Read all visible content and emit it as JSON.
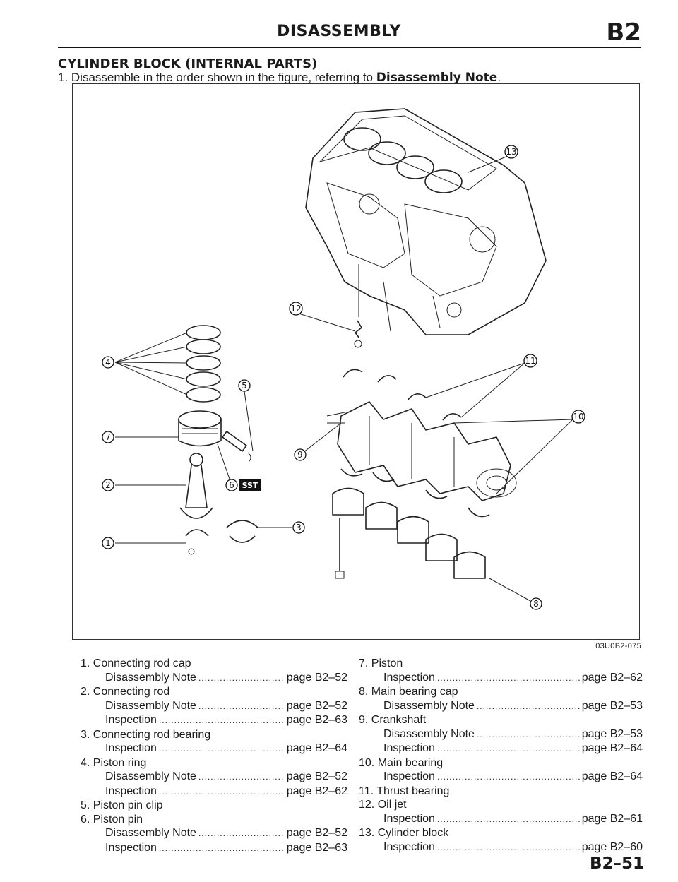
{
  "header": {
    "title": "DISASSEMBLY",
    "section_code": "B2"
  },
  "section": {
    "title": "CYLINDER BLOCK (INTERNAL PARTS)",
    "instruction_prefix": "1. Disassemble in the order shown in the figure, referring to",
    "instruction_emphasis": "Disassembly Note",
    "instruction_suffix": "."
  },
  "figure": {
    "code": "03U0B2-075",
    "callouts": [
      "1",
      "2",
      "3",
      "4",
      "5",
      "6",
      "7",
      "8",
      "9",
      "10",
      "11",
      "12",
      "13"
    ],
    "sst_label": "SST"
  },
  "parts_left": [
    {
      "num": "1.",
      "name": "Connecting rod cap",
      "refs": [
        {
          "label": "Disassembly Note",
          "page": "page B2–52"
        }
      ]
    },
    {
      "num": "2.",
      "name": "Connecting rod",
      "refs": [
        {
          "label": "Disassembly Note",
          "page": "page B2–52"
        },
        {
          "label": "Inspection",
          "page": "page B2–63"
        }
      ]
    },
    {
      "num": "3.",
      "name": "Connecting rod bearing",
      "refs": [
        {
          "label": "Inspection",
          "page": "page B2–64"
        }
      ]
    },
    {
      "num": "4.",
      "name": "Piston ring",
      "refs": [
        {
          "label": "Disassembly Note",
          "page": "page B2–52"
        },
        {
          "label": "Inspection",
          "page": "page B2–62"
        }
      ]
    },
    {
      "num": "5.",
      "name": "Piston pin clip",
      "refs": []
    },
    {
      "num": "6.",
      "name": "Piston pin",
      "refs": [
        {
          "label": "Disassembly Note",
          "page": "page B2–52"
        },
        {
          "label": "Inspection",
          "page": "page B2–63"
        }
      ]
    }
  ],
  "parts_right": [
    {
      "num": "7.",
      "name": "Piston",
      "refs": [
        {
          "label": "Inspection",
          "page": "page B2–62"
        }
      ]
    },
    {
      "num": "8.",
      "name": "Main bearing cap",
      "refs": [
        {
          "label": "Disassembly Note",
          "page": "page B2–53"
        }
      ]
    },
    {
      "num": "9.",
      "name": "Crankshaft",
      "refs": [
        {
          "label": "Disassembly Note",
          "page": "page B2–53"
        },
        {
          "label": "Inspection",
          "page": "page B2–64"
        }
      ]
    },
    {
      "num": "10.",
      "name": "Main bearing",
      "refs": [
        {
          "label": "Inspection",
          "page": "page B2–64"
        }
      ]
    },
    {
      "num": "11.",
      "name": "Thrust bearing",
      "refs": []
    },
    {
      "num": "12.",
      "name": "Oil jet",
      "refs": [
        {
          "label": "Inspection",
          "page": "page B2–61"
        }
      ]
    },
    {
      "num": "13.",
      "name": "Cylinder block",
      "refs": [
        {
          "label": "Inspection",
          "page": "page B2–60"
        }
      ]
    }
  ],
  "footer": {
    "page_number": "B2–51"
  }
}
